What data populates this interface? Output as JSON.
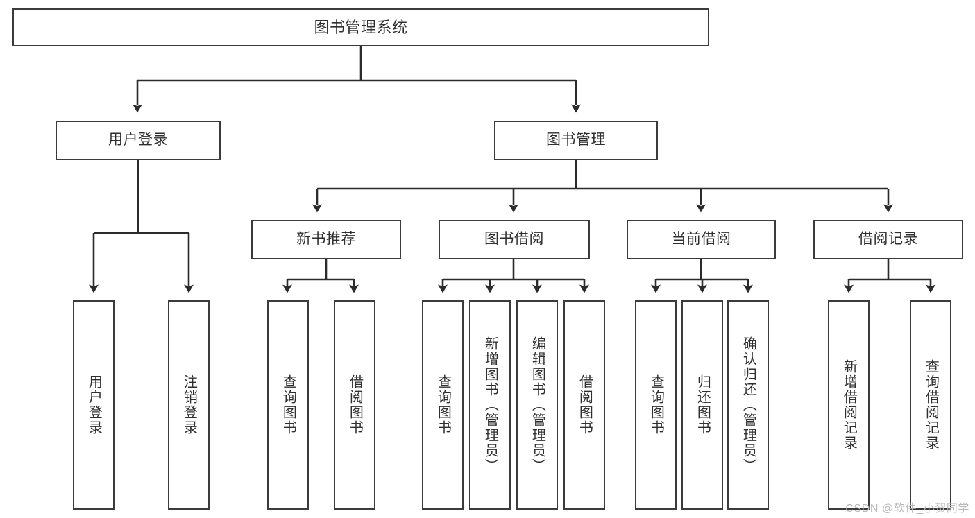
{
  "diagram": {
    "type": "tree",
    "title": "图书管理系统",
    "watermark": "CSDN @软件_小贺同学",
    "colors": {
      "box_border": "#3b3b3b",
      "box_fill": "#ffffff",
      "connector": "#2b2b2b",
      "text": "#2f2f2f",
      "watermark": "#b9b9b9"
    },
    "nodes": {
      "root": {
        "label": "图书管理系统"
      },
      "level1": [
        {
          "label": "用户登录"
        },
        {
          "label": "图书管理"
        }
      ],
      "level2": [
        {
          "label": "新书推荐"
        },
        {
          "label": "图书借阅"
        },
        {
          "label": "当前借阅"
        },
        {
          "label": "借阅记录"
        }
      ],
      "leaves": {
        "user_login": [
          {
            "label": "用户登录"
          },
          {
            "label": "注销登录"
          }
        ],
        "new_book": [
          {
            "label": "查询图书"
          },
          {
            "label": "借阅图书"
          }
        ],
        "book_borrow": [
          {
            "label": "查询图书"
          },
          {
            "label": "新增图书（管理员）"
          },
          {
            "label": "编辑图书（管理员）"
          },
          {
            "label": "借阅图书"
          }
        ],
        "current_borrow": [
          {
            "label": "查询图书"
          },
          {
            "label": "归还图书"
          },
          {
            "label": "确认归还（管理员）"
          }
        ],
        "borrow_record": [
          {
            "label": "新增借阅记录"
          },
          {
            "label": "查询借阅记录"
          }
        ]
      }
    }
  }
}
